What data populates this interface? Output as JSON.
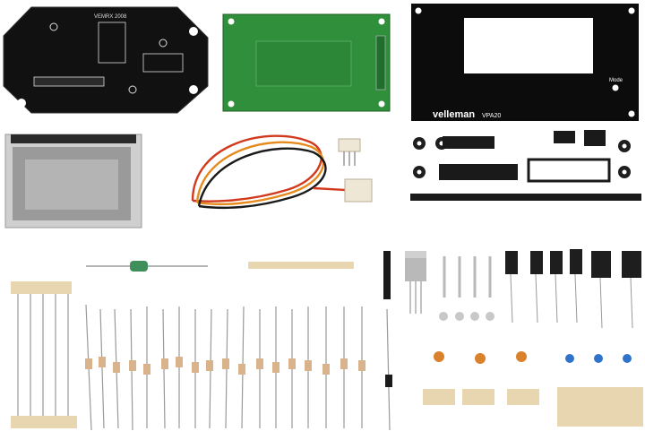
{
  "photo": {
    "colors": {
      "background": "#ffffff",
      "pcb_black": "#111111",
      "pcb_green": "#2f8f3a",
      "pcb_green_pad": "#c9b36a",
      "front_panel": "#0c0c0c",
      "lcd_glass": "#9a9a9a",
      "wire_red": "#d23a1e",
      "wire_black": "#1a1a1a",
      "wire_orange": "#e58a1c",
      "connector_white": "#efe7d6",
      "resistor_tape": "#e8d6b0",
      "cap_orange": "#d9822b",
      "cap_blue": "#2f74c8",
      "electrolytic": "#1e1e1e",
      "steel": "#b9b9b9"
    },
    "labels": {
      "brand": "velleman",
      "model": "VPA20",
      "mode": "Mode"
    },
    "silkscreen": {
      "black_board_title": "VEMRX 2008"
    }
  }
}
